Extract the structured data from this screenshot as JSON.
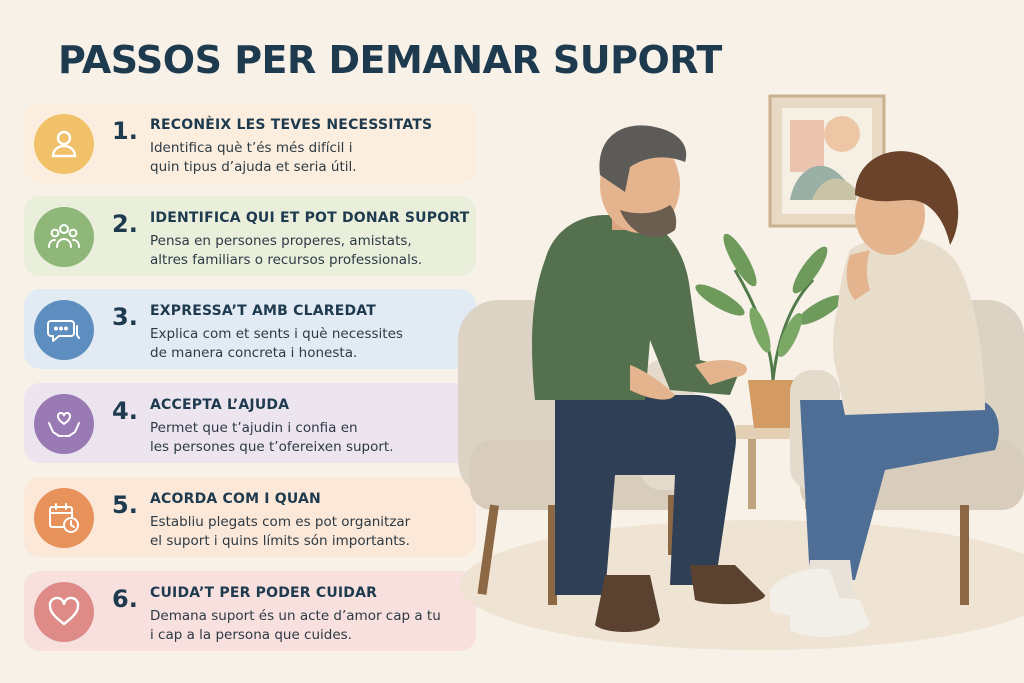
{
  "title": "PASSOS PER DEMANAR SUPORT",
  "steps": [
    {
      "number": "1.",
      "heading": "RECONÈIX LES TEVES NECESSITATS",
      "line1": "Identifica què t’és més difícil i",
      "line2": "quin tipus d’ajuda et seria útil.",
      "icon": "person-icon",
      "bg": "#fbeede",
      "icon_bg": "#f1c16a"
    },
    {
      "number": "2.",
      "heading": "IDENTIFICA QUI ET POT DONAR SUPORT",
      "line1": "Pensa en persones properes, amistats,",
      "line2": "altres familiars o recursos professionals.",
      "icon": "group-icon",
      "bg": "#eaefdc",
      "icon_bg": "#8fb77a"
    },
    {
      "number": "3.",
      "heading": "EXPRESSA’T AMB CLAREDAT",
      "line1": "Explica com et sents i què necessites",
      "line2": "de manera concreta i honesta.",
      "icon": "chat-bubbles-icon",
      "bg": "#e2ebf3",
      "icon_bg": "#5d8ebf"
    },
    {
      "number": "4.",
      "heading": "ACCEPTA L’AJUDA",
      "line1": "Permet que t’ajudin i confia en",
      "line2": "les persones que t’ofereixen suport.",
      "icon": "hands-heart-icon",
      "bg": "#ece4ef",
      "icon_bg": "#9a7ab5"
    },
    {
      "number": "5.",
      "heading": "ACORDA COM I QUAN",
      "line1": "Establiu plegats com es pot organitzar",
      "line2": "el suport i quins límits són importants.",
      "icon": "calendar-clock-icon",
      "bg": "#fbe8d8",
      "icon_bg": "#e6925a"
    },
    {
      "number": "6.",
      "heading": "CUIDA’T PER PODER CUIDAR",
      "line1": "Demana suport és un acte d’amor cap a tu",
      "line2": "i cap a la persona que cuides.",
      "icon": "heart-icon",
      "bg": "#f7e0de",
      "icon_bg": "#de8a86"
    }
  ],
  "colors": {
    "background": "#f7f1e8",
    "title": "#1e3a4f"
  }
}
